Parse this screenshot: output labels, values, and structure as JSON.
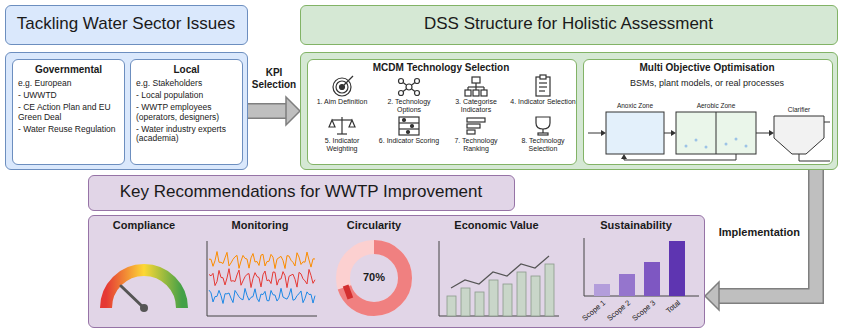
{
  "diagram": {
    "nodes": [
      {
        "text": [
          "Tackling Water Sector Issues"
        ]
      },
      {
        "text": [
          "Governmental",
          "e.g. European",
          "- UWWTD",
          "- CE Action Plan and EU Green Deal",
          "- Water Reuse Regulation"
        ],
        "in": 0
      },
      {
        "text": [
          "Local",
          "e.g. Stakeholders",
          "- Local population",
          "- WWTP employees (operators, designers)",
          "- Water industry experts (academia)"
        ],
        "in": 0
      },
      {
        "text": [
          "DSS Structure for Holistic Assessment"
        ]
      },
      {
        "text": [
          "MCDM Technology Selection",
          "1. Aim Definition",
          "2. Technology Options",
          "3. Categorise Indicators",
          "4. Indicator Selection",
          "5. Indicator Weighting",
          "6. Indicator Scoring",
          "7. Technology Ranking",
          "8. Technology Selection"
        ],
        "in": 3
      },
      {
        "text": [
          "Multi Objective Optimisation",
          "BSMs, plant models, or real processes"
        ],
        "in": 3
      },
      {
        "text": [
          "Key Recommendations for WWTP Improvement",
          "Compliance",
          "Monitoring",
          "Circularity",
          "Economic Value",
          "Sustainability"
        ]
      }
    ],
    "edges": [
      {
        "from": 0,
        "to": 3,
        "label": "KPI Selection",
        "arrow": "to"
      },
      {
        "from": 3,
        "to": 6,
        "label": "Implementation",
        "arrow": "to"
      }
    ],
    "labels": [
      "Anoxic Zone",
      "Aerobic Zone",
      "Clarifier",
      "70%",
      "Scope 1",
      "Scope 2",
      "Scope 3",
      "Total"
    ]
  }
}
